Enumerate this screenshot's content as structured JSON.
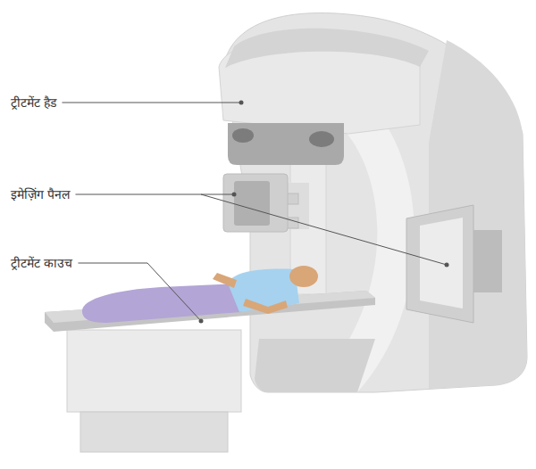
{
  "diagram": {
    "labels": [
      "ट्रीटमेंट हैड",
      "इमेज़िंग पैनल",
      "ट्रीटमेंट काउच"
    ]
  }
}
